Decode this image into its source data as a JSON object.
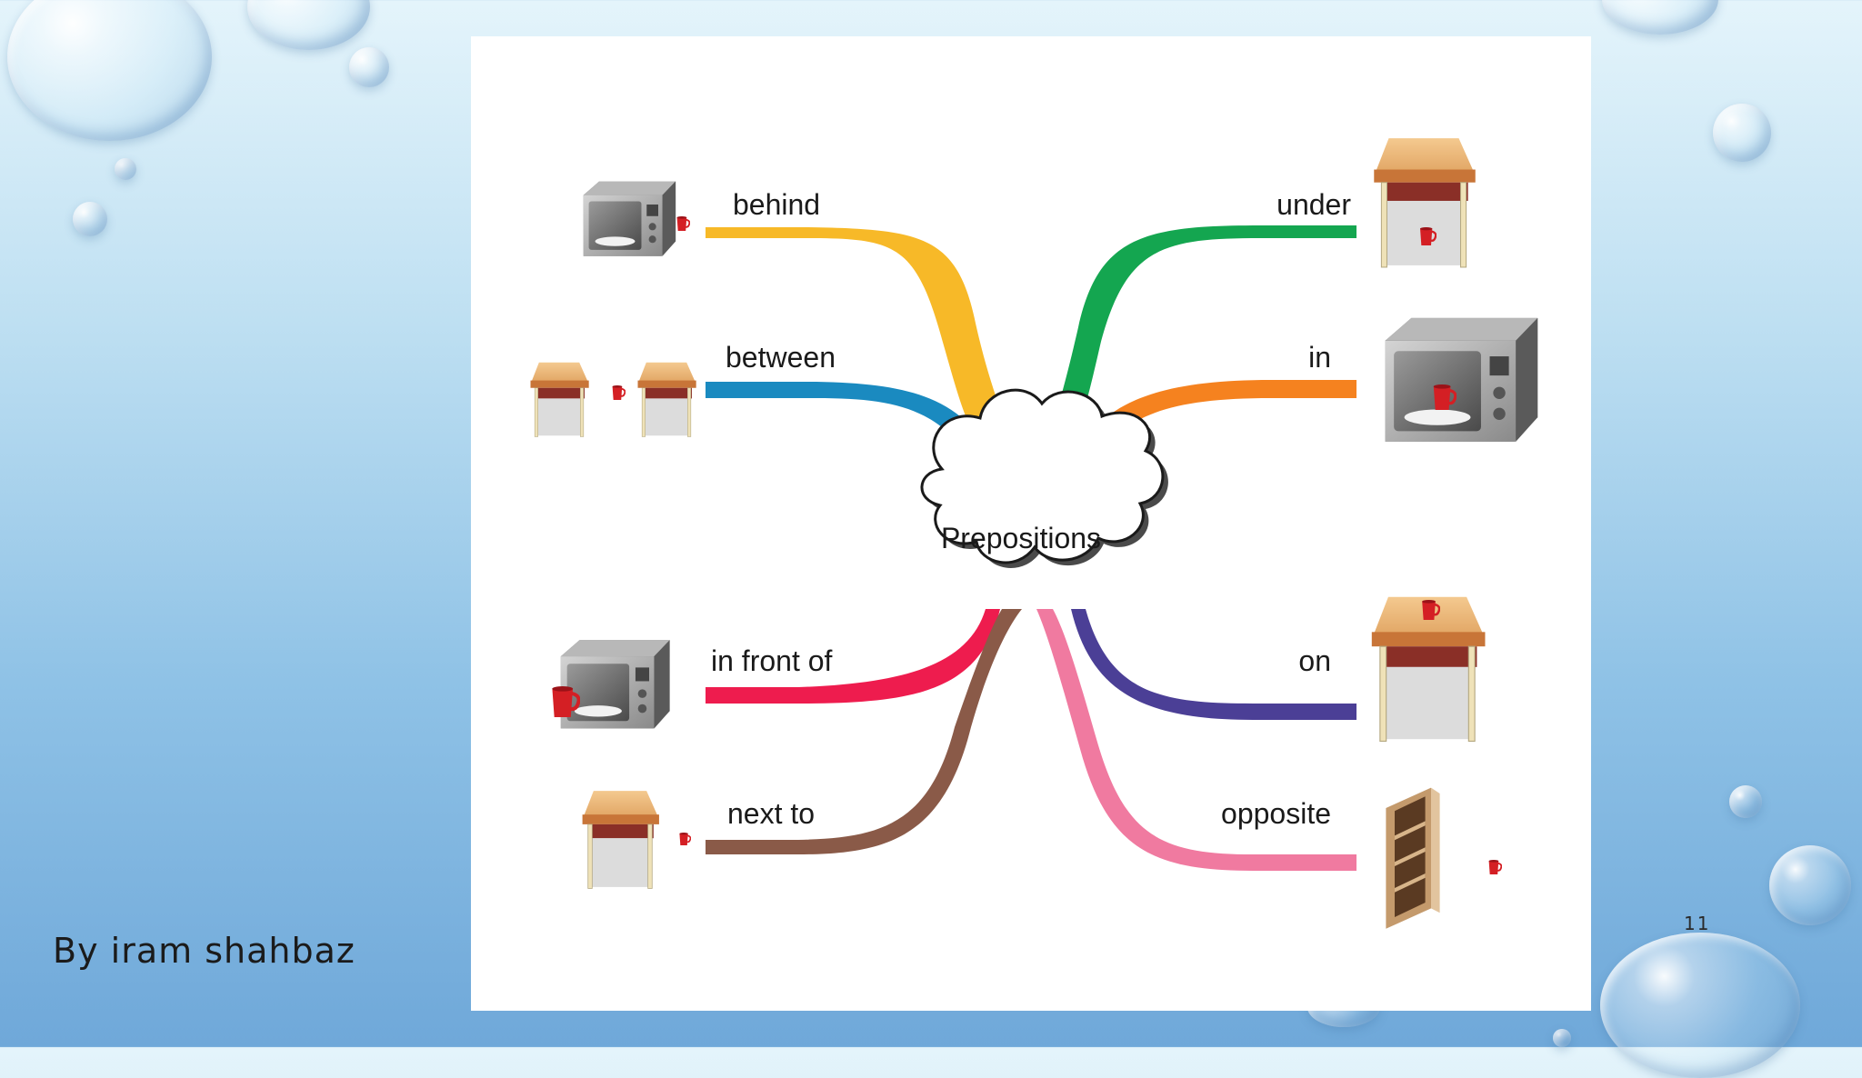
{
  "slide": {
    "author": "By iram shahbaz",
    "page_number": "11"
  },
  "diagram": {
    "center_label": "Prepositions",
    "branches": [
      {
        "label": "behind",
        "color": "#f7b928",
        "illustration": "microwave-with-cup-behind-icon"
      },
      {
        "label": "between",
        "color": "#1a8ac0",
        "illustration": "cup-between-two-tables-icon"
      },
      {
        "label": "in front of",
        "color": "#ee1c4e",
        "illustration": "microwave-with-cup-in-front-icon"
      },
      {
        "label": "next to",
        "color": "#8a5a48",
        "illustration": "table-with-cup-next-to-icon"
      },
      {
        "label": "under",
        "color": "#14a650",
        "illustration": "table-with-cup-under-icon"
      },
      {
        "label": "in",
        "color": "#f5821f",
        "illustration": "microwave-with-cup-in-icon"
      },
      {
        "label": "on",
        "color": "#4b3f96",
        "illustration": "table-with-cup-on-icon"
      },
      {
        "label": "opposite",
        "color": "#f07aa0",
        "illustration": "bookshelf-with-cup-opposite-icon"
      }
    ]
  }
}
